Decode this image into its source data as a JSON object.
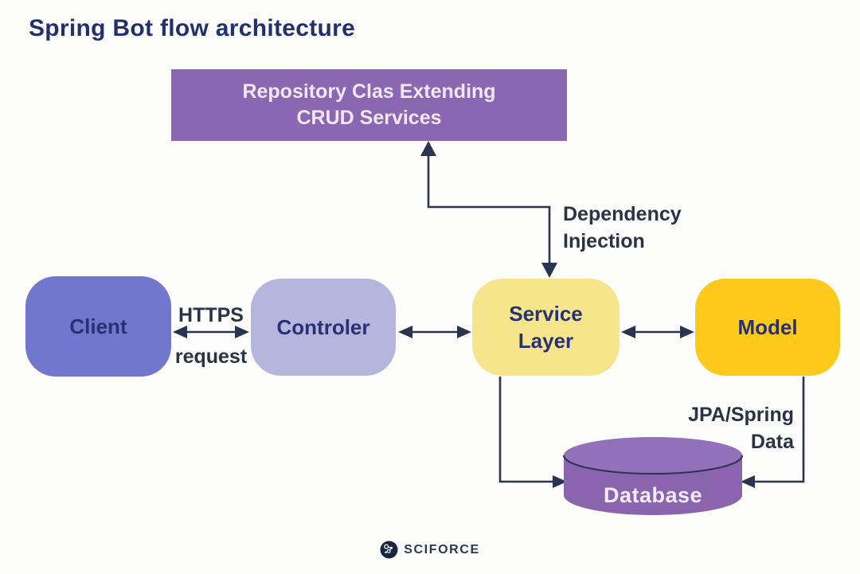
{
  "title": "Spring Bot flow architecture",
  "nodes": {
    "repository": {
      "line1": "Repository Clas Extending",
      "line2": "CRUD Services",
      "color": "#8a67b0"
    },
    "client": {
      "label": "Client",
      "color": "#7077cd"
    },
    "controller": {
      "label": "Controler",
      "color": "#b6b5dd"
    },
    "service": {
      "line1": "Service",
      "line2": "Layer",
      "color": "#f7e58c"
    },
    "model": {
      "label": "Model",
      "color": "#fdc91b"
    },
    "database": {
      "label": "Database",
      "color": "#8a64af"
    }
  },
  "edge_labels": {
    "https": {
      "line1": "HTTPS",
      "line2": "request"
    },
    "dependency_injection": {
      "line1": "Dependency",
      "line2": "Injection"
    },
    "jpa_spring_data": {
      "line1": "JPA/Spring",
      "line2": "Data"
    }
  },
  "footer": {
    "brand": "SCIFORCE"
  },
  "colors": {
    "background": "#fdfdfc",
    "title_text": "#22306e",
    "node_text": "#273173",
    "edge_label_text": "#2a3245",
    "connector": "#2a3350",
    "repository_text": "#f2e7f8",
    "database_text": "#f4ecfa"
  }
}
